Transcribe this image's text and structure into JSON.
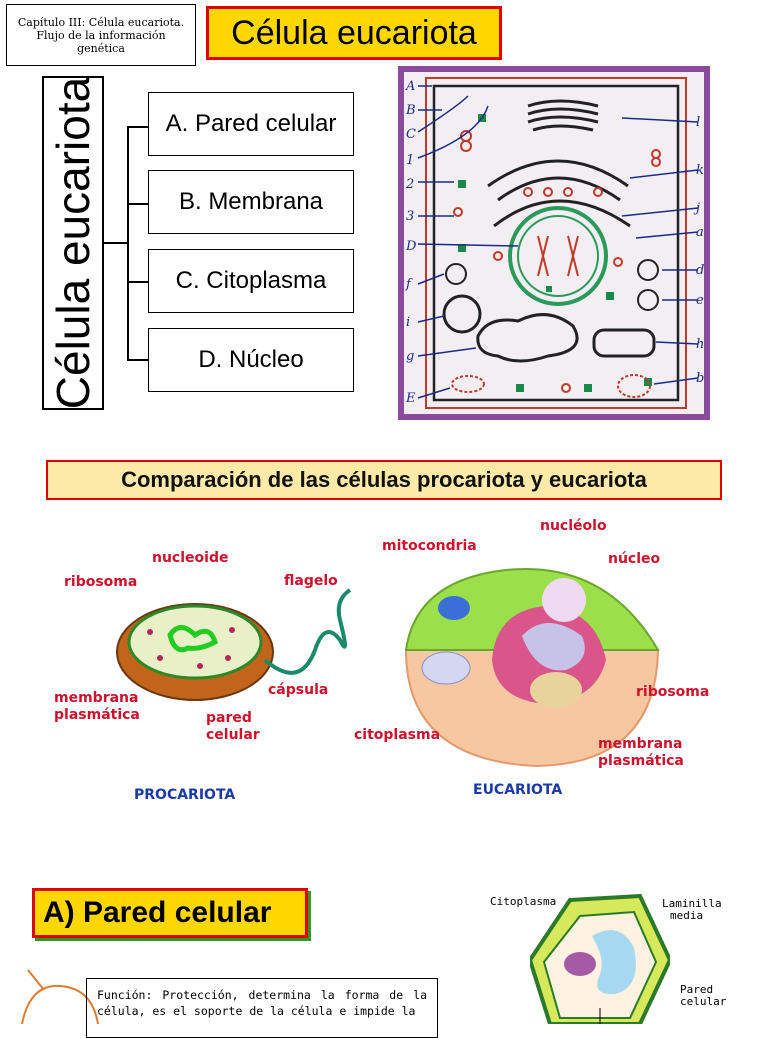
{
  "header": {
    "chapter_line1": "Capítulo III: Célula eucariota.",
    "chapter_line2": "Flujo de la información",
    "chapter_line3": "genética",
    "title": "Célula eucariota"
  },
  "outline": {
    "vertical_title": "Célula eucariota",
    "parts": [
      "A. Pared celular",
      "B. Membrana",
      "C. Citoplasma",
      "D. Núcleo"
    ]
  },
  "hand_diagram": {
    "left_letters": [
      "A",
      "B",
      "C",
      "1",
      "2",
      "3",
      "D",
      "f",
      "i",
      "g",
      "E"
    ],
    "right_letters": [
      "l",
      "k",
      "j",
      "a",
      "d",
      "e",
      "h",
      "b"
    ]
  },
  "comparison": {
    "title": "Comparación de las células procariota y eucariota",
    "prokaryote": {
      "nucleoide": "nucleoide",
      "ribosoma": "ribosoma",
      "flagelo": "flagelo",
      "membrana": "membrana",
      "plasmatica": "plasmática",
      "capsula": "cápsula",
      "pared": "pared",
      "celular": "celular",
      "caption": "PROCARIOTA"
    },
    "eukaryote": {
      "nucleolo": "nucléolo",
      "mitocondria": "mitocondria",
      "nucleo": "núcleo",
      "ribosoma": "ribosoma",
      "citoplasma": "citoplasma",
      "membrana": "membrana",
      "plasmatica": "plasmática",
      "caption": "EUCARIOTA"
    }
  },
  "section_a": {
    "title": "A) Pared celular",
    "function_text": "Función: Protección, determina la forma de la célula, es el soporte de la célula e impide la",
    "diagram_labels": {
      "citoplasma": "Citoplasma",
      "laminilla1": "Laminilla",
      "laminilla2": "media",
      "pared1": "Pared",
      "pared2": "celular"
    }
  },
  "colors": {
    "title_fill": "#ffd700",
    "title_border": "#e00000",
    "label_red": "#d0112b",
    "caption_blue": "#1b3aa6",
    "diagram_frame": "#8b4a9c"
  }
}
